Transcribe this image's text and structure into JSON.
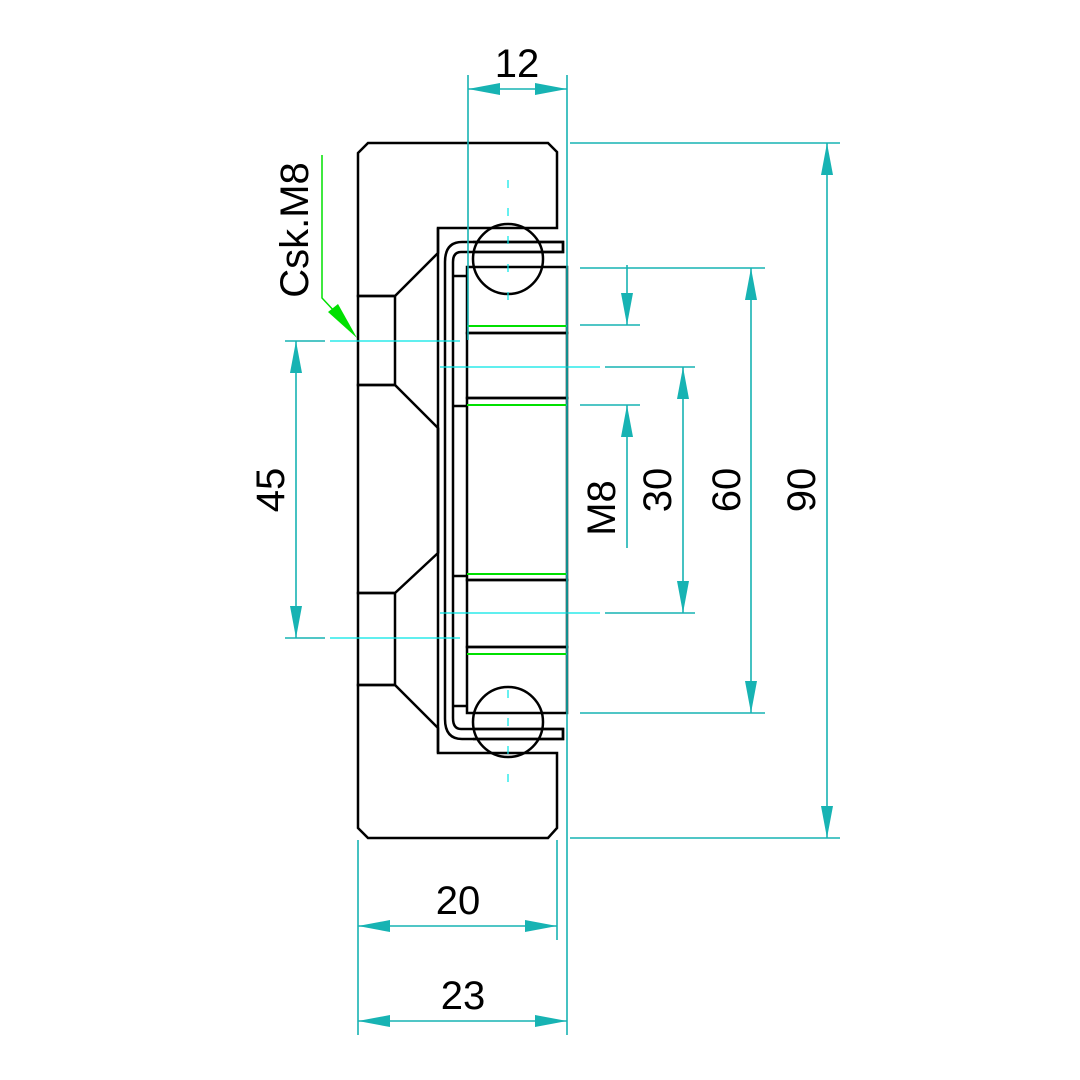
{
  "drawing": {
    "dimensions": {
      "width_top": "12",
      "height_total": "90",
      "height_inner": "60",
      "hole_spacing_inner": "30",
      "thread": "M8",
      "hole_spacing": "45",
      "depth_body": "20",
      "depth_total": "23"
    },
    "callout": "Csk.M8",
    "colors": {
      "dimension": "#17b3b3",
      "hatch": "#ff0000",
      "leader": "#00e000",
      "outline": "#000000"
    }
  }
}
